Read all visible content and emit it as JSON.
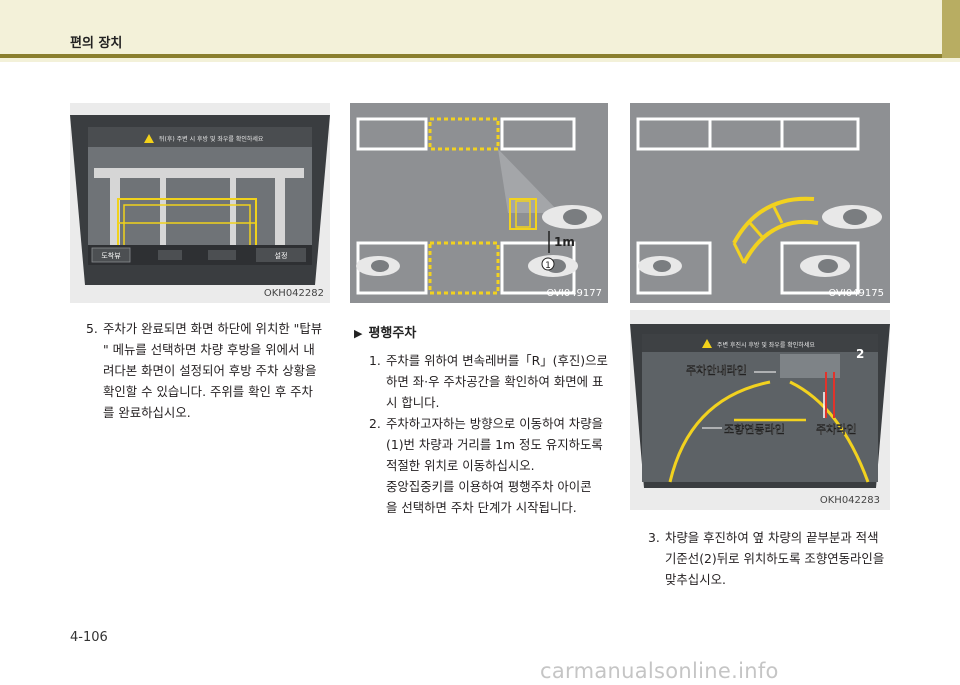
{
  "header": {
    "title": "편의 장치"
  },
  "figures": {
    "fig1": {
      "code": "OKH042282",
      "warning": "뒤(후) 주변 시 후방 및 좌우를 확인하세요",
      "btn_top_view": "도착뷰",
      "btn_settings": "설정"
    },
    "fig2": {
      "code": "OVI049177",
      "distance": "1m",
      "marker": "1"
    },
    "fig3": {
      "code": "OVI049175"
    },
    "fig4": {
      "code": "OKH042283",
      "warning": "주변 후진시 후방 및 좌우를 확인하세요",
      "label_inner_line": "주차안내라인",
      "label_linked_line": "조향연동라인",
      "label_parking_line": "주차라인",
      "marker": "2"
    }
  },
  "left_col": {
    "item5_num": "5.",
    "item5_lines": [
      "주차가 완료되면 화면 하단에 위치한 \"탑뷰",
      "\" 메뉴를 선택하면 차량 후방을 위에서 내",
      "려다본 화면이 설정되어 후방 주차 상황을",
      "확인할 수 있습니다. 주위를 확인 후 주차",
      "를 완료하십시오."
    ]
  },
  "mid_col": {
    "subhead": "평행주차",
    "item1_num": "1.",
    "item1_lines": [
      "주차를 위하여 변속레버를「R」(후진)으로",
      "하면 좌·우 주차공간을 확인하여 화면에 표",
      "시 합니다."
    ],
    "item2_num": "2.",
    "item2_lines": [
      "주차하고자하는 방향으로 이동하여 차량을",
      "(1)번 차량과 거리를 1m 정도 유지하도록",
      "적절한 위치로 이동하십시오.",
      "중앙집중키를 이용하여 평행주차 아이콘",
      "을 선택하면 주차 단계가 시작됩니다."
    ]
  },
  "right_col": {
    "item3_num": "3.",
    "item3_lines": [
      "차량을 후진하여 옆 차량의 끝부분과 적색",
      "기준선(2)뒤로 위치하도록 조향연동라인을",
      "맞추십시오."
    ]
  },
  "page_number": "4-106",
  "watermark": "carmanualsonline.info"
}
